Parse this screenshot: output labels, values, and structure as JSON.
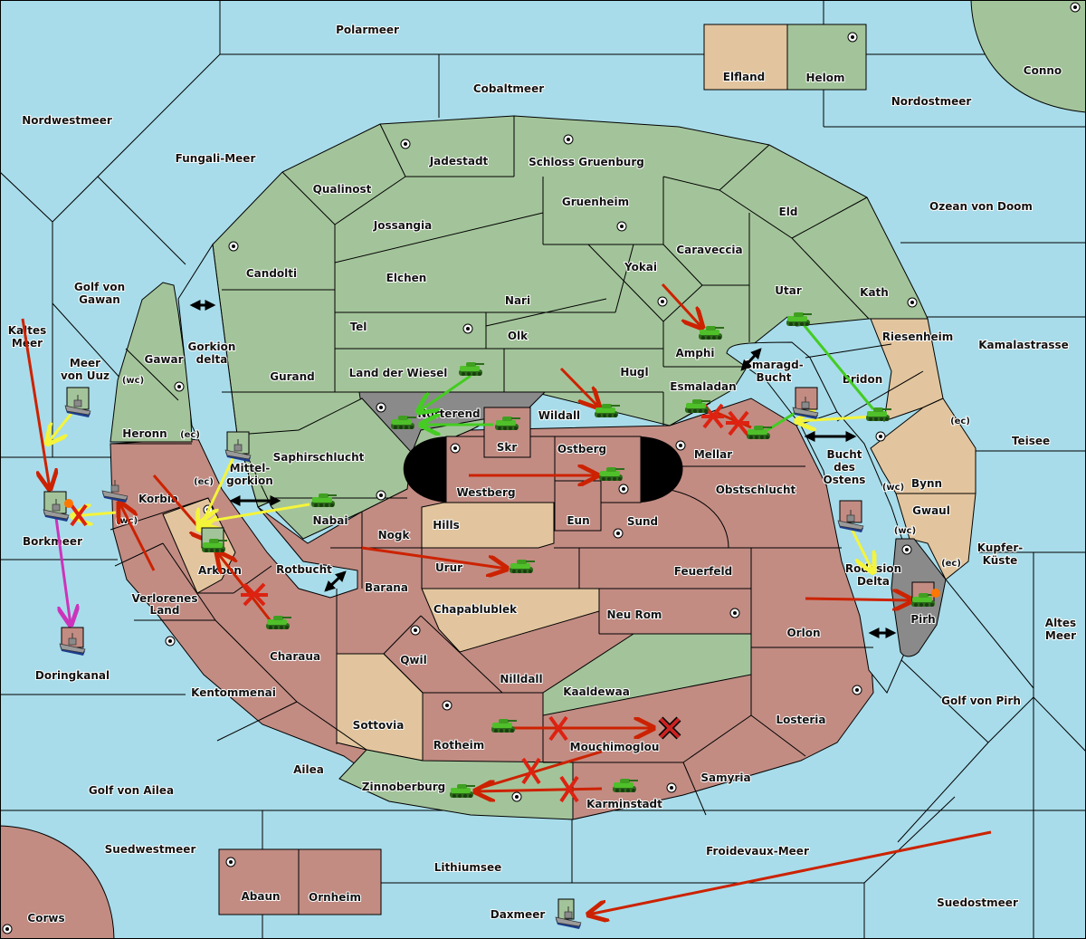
{
  "map": {
    "colors": {
      "sea": "#a8dcea",
      "power_green": "#a3c49a",
      "power_red": "#c28c83",
      "neutral_tan": "#e2c59e",
      "impassable_gray": "#8a8a8a",
      "order_move_red": "#cc2200",
      "order_support_yellow": "#f4f43a",
      "order_support_green": "#44cc22",
      "order_convoy_magenta": "#cc33bb"
    },
    "sea_labels": [
      "Polarmeer",
      "Cobaltmeer",
      "Nordwestmeer",
      "Fungali-Meer",
      "Nordostmeer",
      "Ozean von Doom",
      "Golf von Gawan",
      "Kaltes Meer",
      "Meer von Uuz",
      "Gorkion delta",
      "Mittel-gorkion",
      "Borkmeer",
      "Doringkanal",
      "Rotbucht",
      "Smaragd-Bucht",
      "Bucht des Ostens",
      "Rodesion Delta",
      "Kamalastrasse",
      "Teisee",
      "Kupfer-Küste",
      "Altes Meer",
      "Golf von Pirh",
      "Golf von Ailea",
      "Suedwestmeer",
      "Lithiumsee",
      "Froidevaux-Meer",
      "Daxmeer",
      "Suedostmeer"
    ],
    "land_labels": [
      "Elfland",
      "Helom",
      "Conno",
      "Jadestadt",
      "Schloss Gruenburg",
      "Qualinost",
      "Jossangia",
      "Gruenheim",
      "Eld",
      "Candolti",
      "Elchen",
      "Caraveccia",
      "Yokai",
      "Nari",
      "Utar",
      "Kath",
      "Tel",
      "Olk",
      "Amphi",
      "Riesenheim",
      "Gawar",
      "Gurand",
      "Land der Wiesel",
      "Hugl",
      "Esmaladan",
      "Bridon",
      "Norterend",
      "Wildall",
      "Skr",
      "Heronn",
      "Saphirschlucht",
      "Ostberg",
      "Mellar",
      "Westberg",
      "Korbia",
      "Obstschlucht",
      "Bynn",
      "Nabai",
      "Eun",
      "Sund",
      "Gwaul",
      "Hills",
      "Arkoon",
      "Nogk",
      "Urur",
      "Feuerfeld",
      "Barana",
      "Verlorenes Land",
      "Chapablublek",
      "Neu Rom",
      "Pirh",
      "Orlon",
      "Charaua",
      "Qwil",
      "Nilldall",
      "Kaaldewaa",
      "Kentommenai",
      "Sottovia",
      "Losteria",
      "Rotheim",
      "Mouchimoglou",
      "Ailea",
      "Samyria",
      "Zinnoberburg",
      "Karminstadt",
      "Abaun",
      "Ornheim",
      "Corws"
    ],
    "coast_markers": [
      "(wc)",
      "(ec)"
    ],
    "units": [
      {
        "type": "fleet",
        "location": "Meer von Uuz",
        "power": "green"
      },
      {
        "type": "fleet",
        "location": "Borkmeer",
        "power": "green",
        "status": "dislodged"
      },
      {
        "type": "fleet",
        "location": "Korbia (wc)",
        "power": "green"
      },
      {
        "type": "fleet",
        "location": "Mittel-gorkion",
        "power": "green"
      },
      {
        "type": "fleet",
        "location": "Doringkanal",
        "power": "red"
      },
      {
        "type": "fleet",
        "location": "Smaragd-Bucht",
        "power": "red"
      },
      {
        "type": "fleet",
        "location": "Bucht des Ostens",
        "power": "red"
      },
      {
        "type": "fleet",
        "location": "Daxmeer",
        "power": "green"
      },
      {
        "type": "army",
        "location": "Arkoon",
        "power": "green"
      },
      {
        "type": "army",
        "location": "Nabai",
        "power": "green"
      },
      {
        "type": "army",
        "location": "Charaua",
        "power": "green"
      },
      {
        "type": "army",
        "location": "Land der Wiesel",
        "power": "green"
      },
      {
        "type": "army",
        "location": "Norterend",
        "power": "green"
      },
      {
        "type": "army",
        "location": "Skr",
        "power": "green"
      },
      {
        "type": "army",
        "location": "Wildall",
        "power": "green"
      },
      {
        "type": "army",
        "location": "Amphi",
        "power": "green"
      },
      {
        "type": "army",
        "location": "Utar",
        "power": "green"
      },
      {
        "type": "army",
        "location": "Esmaladan",
        "power": "green"
      },
      {
        "type": "army",
        "location": "Mellar",
        "power": "green"
      },
      {
        "type": "army",
        "location": "Bridon",
        "power": "green"
      },
      {
        "type": "army",
        "location": "Ostberg",
        "power": "green"
      },
      {
        "type": "army",
        "location": "Urur",
        "power": "green"
      },
      {
        "type": "army",
        "location": "Pirh",
        "power": "green",
        "status": "dislodged"
      },
      {
        "type": "army",
        "location": "Rotheim",
        "power": "green"
      },
      {
        "type": "army",
        "location": "Zinnoberburg",
        "power": "green"
      },
      {
        "type": "army",
        "location": "Karminstadt",
        "power": "green"
      }
    ],
    "legend_marks": {
      "failed_order": "X",
      "bounce": "✖",
      "double_arrow": "↔"
    }
  }
}
